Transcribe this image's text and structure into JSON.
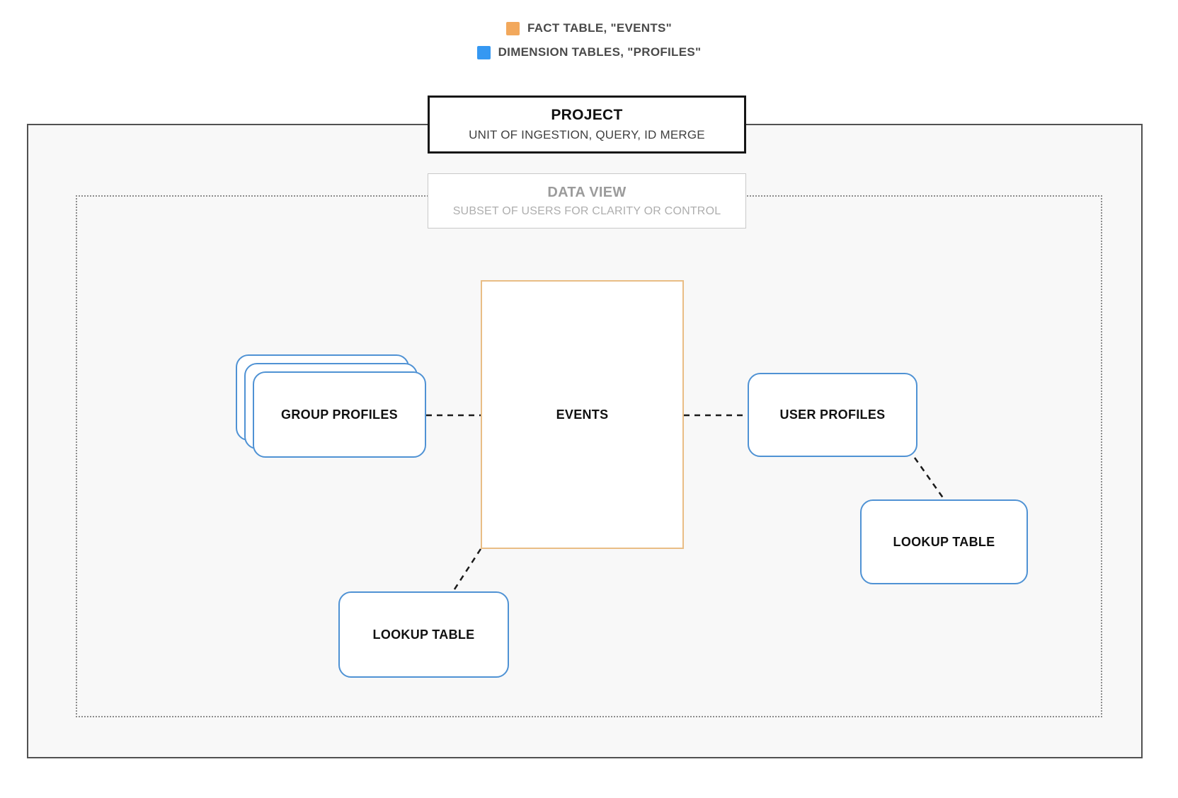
{
  "legend": {
    "items": [
      {
        "icon": "fact-table-swatch",
        "label": "FACT TABLE, \"EVENTS\"",
        "swatch_color": "#f2a85c"
      },
      {
        "icon": "dimension-tables-swatch",
        "label": "DIMENSION TABLES, \"PROFILES\"",
        "swatch_color": "#3598f2"
      }
    ]
  },
  "project": {
    "title": "PROJECT",
    "subtitle": "UNIT OF INGESTION, QUERY, ID MERGE"
  },
  "data_view": {
    "title": "DATA VIEW",
    "subtitle": "SUBSET OF USERS FOR CLARITY OR CONTROL"
  },
  "nodes": {
    "events": {
      "label": "EVENTS",
      "border_color": "#e9bd85"
    },
    "group_profiles": {
      "label": "GROUP PROFILES",
      "border_color": "#4f92d4",
      "stacked_cards": 3
    },
    "user_profiles": {
      "label": "USER PROFILES",
      "border_color": "#4f92d4"
    },
    "lookup_table_bottom": {
      "label": "LOOKUP TABLE",
      "border_color": "#4f92d4"
    },
    "lookup_table_right": {
      "label": "LOOKUP TABLE",
      "border_color": "#4f92d4"
    }
  },
  "connections": [
    {
      "from": "group_profiles",
      "to": "events",
      "style": "dashed"
    },
    {
      "from": "events",
      "to": "user_profiles",
      "style": "dashed"
    },
    {
      "from": "user_profiles",
      "to": "lookup_table_right",
      "style": "dashed"
    },
    {
      "from": "events",
      "to": "lookup_table_bottom",
      "style": "dashed"
    }
  ],
  "colors": {
    "fact_accent": "#f2a85c",
    "dimension_accent": "#3598f2",
    "events_border": "#e9bd85",
    "profile_border": "#4f92d4",
    "outer_boundary": "#515151",
    "inner_boundary": "#8c8c8c",
    "container_fill": "#f8f8f8"
  }
}
